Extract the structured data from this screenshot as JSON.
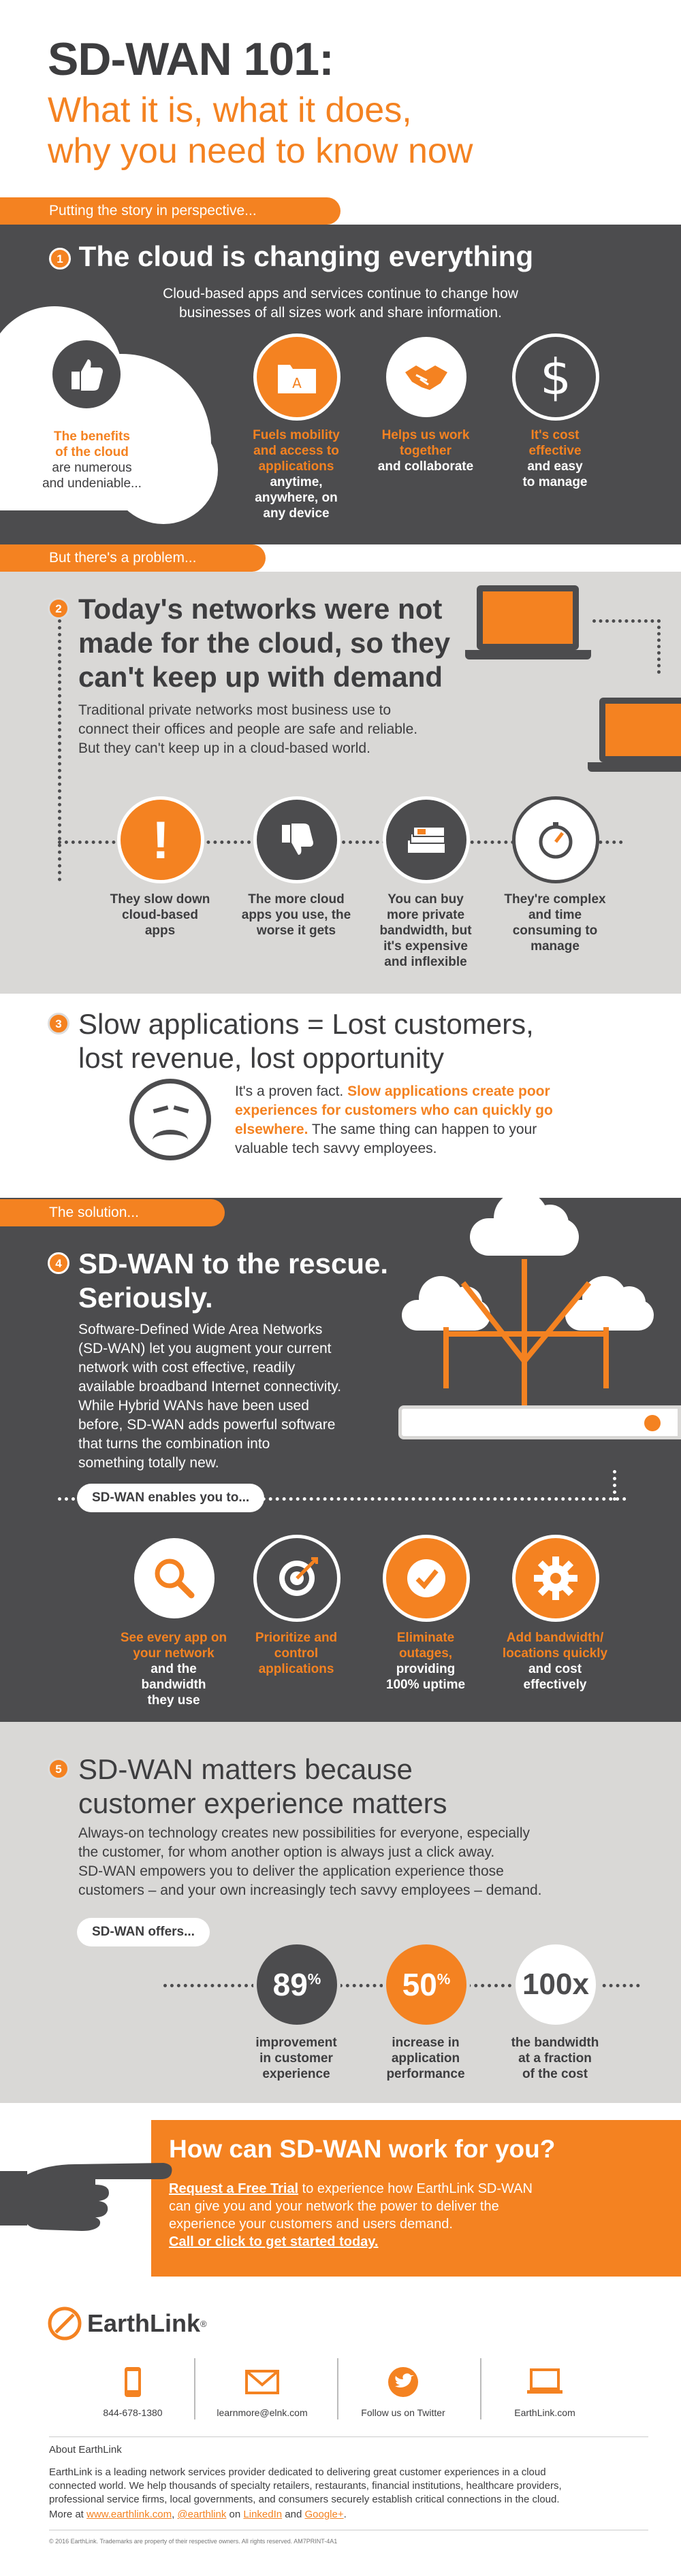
{
  "header": {
    "title": "SD-WAN 101:",
    "subtitle_line1": "What it is, what it does,",
    "subtitle_line2": "why you need to know now"
  },
  "tabs": {
    "perspective": "Putting the story in perspective...",
    "problem": "But there's a problem...",
    "solution": "The solution..."
  },
  "section1": {
    "number": "1",
    "title": "The cloud is changing everything",
    "intro_line1": "Cloud-based apps and services continue to change how",
    "intro_line2": "businesses of all sizes work and share information.",
    "benefits": {
      "line1": "The benefits",
      "line2": "of the cloud",
      "line3": "are numerous",
      "line4": "and undeniable..."
    },
    "items": [
      {
        "icon": "folder-app-icon",
        "hl1": "Fuels mobility",
        "hl2": "and access to",
        "hl3": "applications",
        "t1": "anytime,",
        "t2": "anywhere, on",
        "t3": "any device"
      },
      {
        "icon": "handshake-icon",
        "hl1": "Helps us work",
        "hl2": "together",
        "t1": "and collaborate"
      },
      {
        "icon": "dollar-icon",
        "hl1": "It's cost",
        "hl2": "effective",
        "t1": "and easy",
        "t2": "to manage"
      }
    ]
  },
  "section2": {
    "number": "2",
    "title_line1": "Today's networks were not",
    "title_line2": "made for the cloud, so they",
    "title_line3": "can't keep up with demand",
    "body_line1": "Traditional private networks most business use to",
    "body_line2": "connect their offices and people are safe and reliable.",
    "body_line3": "But they can't keep up in a cloud-based world.",
    "items": [
      {
        "icon": "exclamation-icon",
        "c1": "They slow down",
        "c2": "cloud-based",
        "c3": "apps"
      },
      {
        "icon": "thumbs-down-icon",
        "c1": "The more cloud",
        "c2": "apps you use, the",
        "c3": "worse it gets"
      },
      {
        "icon": "money-stack-icon",
        "c1": "You can buy",
        "c2": "more private",
        "c3": "bandwidth, but",
        "c4": "it's expensive",
        "c5": "and inflexible"
      },
      {
        "icon": "stopwatch-icon",
        "c1": "They're complex",
        "c2": "and time",
        "c3": "consuming to",
        "c4": "manage"
      }
    ]
  },
  "section3": {
    "number": "3",
    "title_line1": "Slow applications = Lost customers,",
    "title_line2": "lost revenue, lost opportunity",
    "p_a": "It's a proven fact. ",
    "p_b1": "Slow applications create poor",
    "p_b2": "experiences for customers who can quickly go",
    "p_b3": "elsewhere.",
    "p_c1": " The same thing can happen to your",
    "p_c2": "valuable tech savvy employees."
  },
  "section4": {
    "number": "4",
    "title_line1": "SD-WAN to the rescue.",
    "title_line2": "Seriously.",
    "body": [
      "Software-Defined Wide Area Networks",
      "(SD-WAN) let you augment your current",
      "network with cost effective, readily",
      "available broadband Internet connectivity.",
      "While Hybrid WANs have been used",
      "before, SD-WAN adds powerful software",
      "that turns the combination into",
      "something totally new."
    ],
    "enables": "SD-WAN enables you to...",
    "items": [
      {
        "icon": "magnifier-icon",
        "o1": "See every app on",
        "o2": "your network",
        "w1": "and the",
        "w2": "bandwidth",
        "w3": "they use"
      },
      {
        "icon": "target-icon",
        "o1": "Prioritize and",
        "o2": "control",
        "o3": "applications"
      },
      {
        "icon": "checkmark-icon",
        "o1": "Eliminate",
        "o2": "outages,",
        "w1": "providing",
        "w2": "100% uptime"
      },
      {
        "icon": "gear-icon",
        "o1": "Add bandwidth/",
        "o2": "locations quickly",
        "w1": "and cost",
        "w2": "effectively"
      }
    ]
  },
  "section5": {
    "number": "5",
    "title_line1": "SD-WAN matters because",
    "title_line2": "customer experience matters",
    "body": [
      "Always-on technology creates new possibilities for everyone, especially",
      "the customer, for whom another option is always just a click away.",
      "SD-WAN empowers you to deliver the application experience those",
      "customers – and your own increasingly tech savvy employees – demand."
    ],
    "offers": "SD-WAN offers...",
    "stats": [
      {
        "value": "89",
        "sup": "%",
        "l1": "improvement",
        "l2": "in customer",
        "l3": "experience"
      },
      {
        "value": "50",
        "sup": "%",
        "l1": "increase in",
        "l2": "application",
        "l3": "performance"
      },
      {
        "value": "100x",
        "sup": "",
        "l1": "the bandwidth",
        "l2": "at a fraction",
        "l3": "of the cost"
      }
    ]
  },
  "cta": {
    "title": "How can SD-WAN work for you?",
    "link": "Request a Free Trial",
    "text1": " to experience how EarthLink SD-WAN",
    "text2": "can give you and your network the power to deliver the",
    "text3": "experience your customers and users demand.",
    "call": "Call or click to get started today."
  },
  "footer": {
    "brand": "EarthLink",
    "reg": "®",
    "contacts": [
      {
        "icon": "phone-icon",
        "label": "844-678-1380"
      },
      {
        "icon": "envelope-icon",
        "label": "learnmore@elnk.com"
      },
      {
        "icon": "twitter-icon",
        "label": "Follow us on Twitter"
      },
      {
        "icon": "laptop-icon",
        "label": "EarthLink.com"
      }
    ],
    "about_title": "About EarthLink",
    "about": [
      "EarthLink is a leading network services provider dedicated to delivering great customer experiences in a cloud",
      "connected world. We help thousands of specialty retailers, restaurants, financial institutions, healthcare providers,",
      "professional service firms, local governments, and consumers securely establish critical connections in the cloud."
    ],
    "more_pre": "More at ",
    "more_link1": "www.earthlink.com",
    "more_sep1": ", ",
    "more_link2": "@earthlink",
    "more_sep2": " on ",
    "more_link3": "LinkedIn",
    "more_sep3": " and ",
    "more_link4": "Google+",
    "more_end": ".",
    "legal": "© 2016 EarthLink. Trademarks are property of their respective owners. All rights reserved. AM7PRINT-4A1"
  },
  "colors": {
    "orange": "#f48221",
    "dark": "#4c4c4e",
    "light_gray": "#d9d8d6"
  }
}
